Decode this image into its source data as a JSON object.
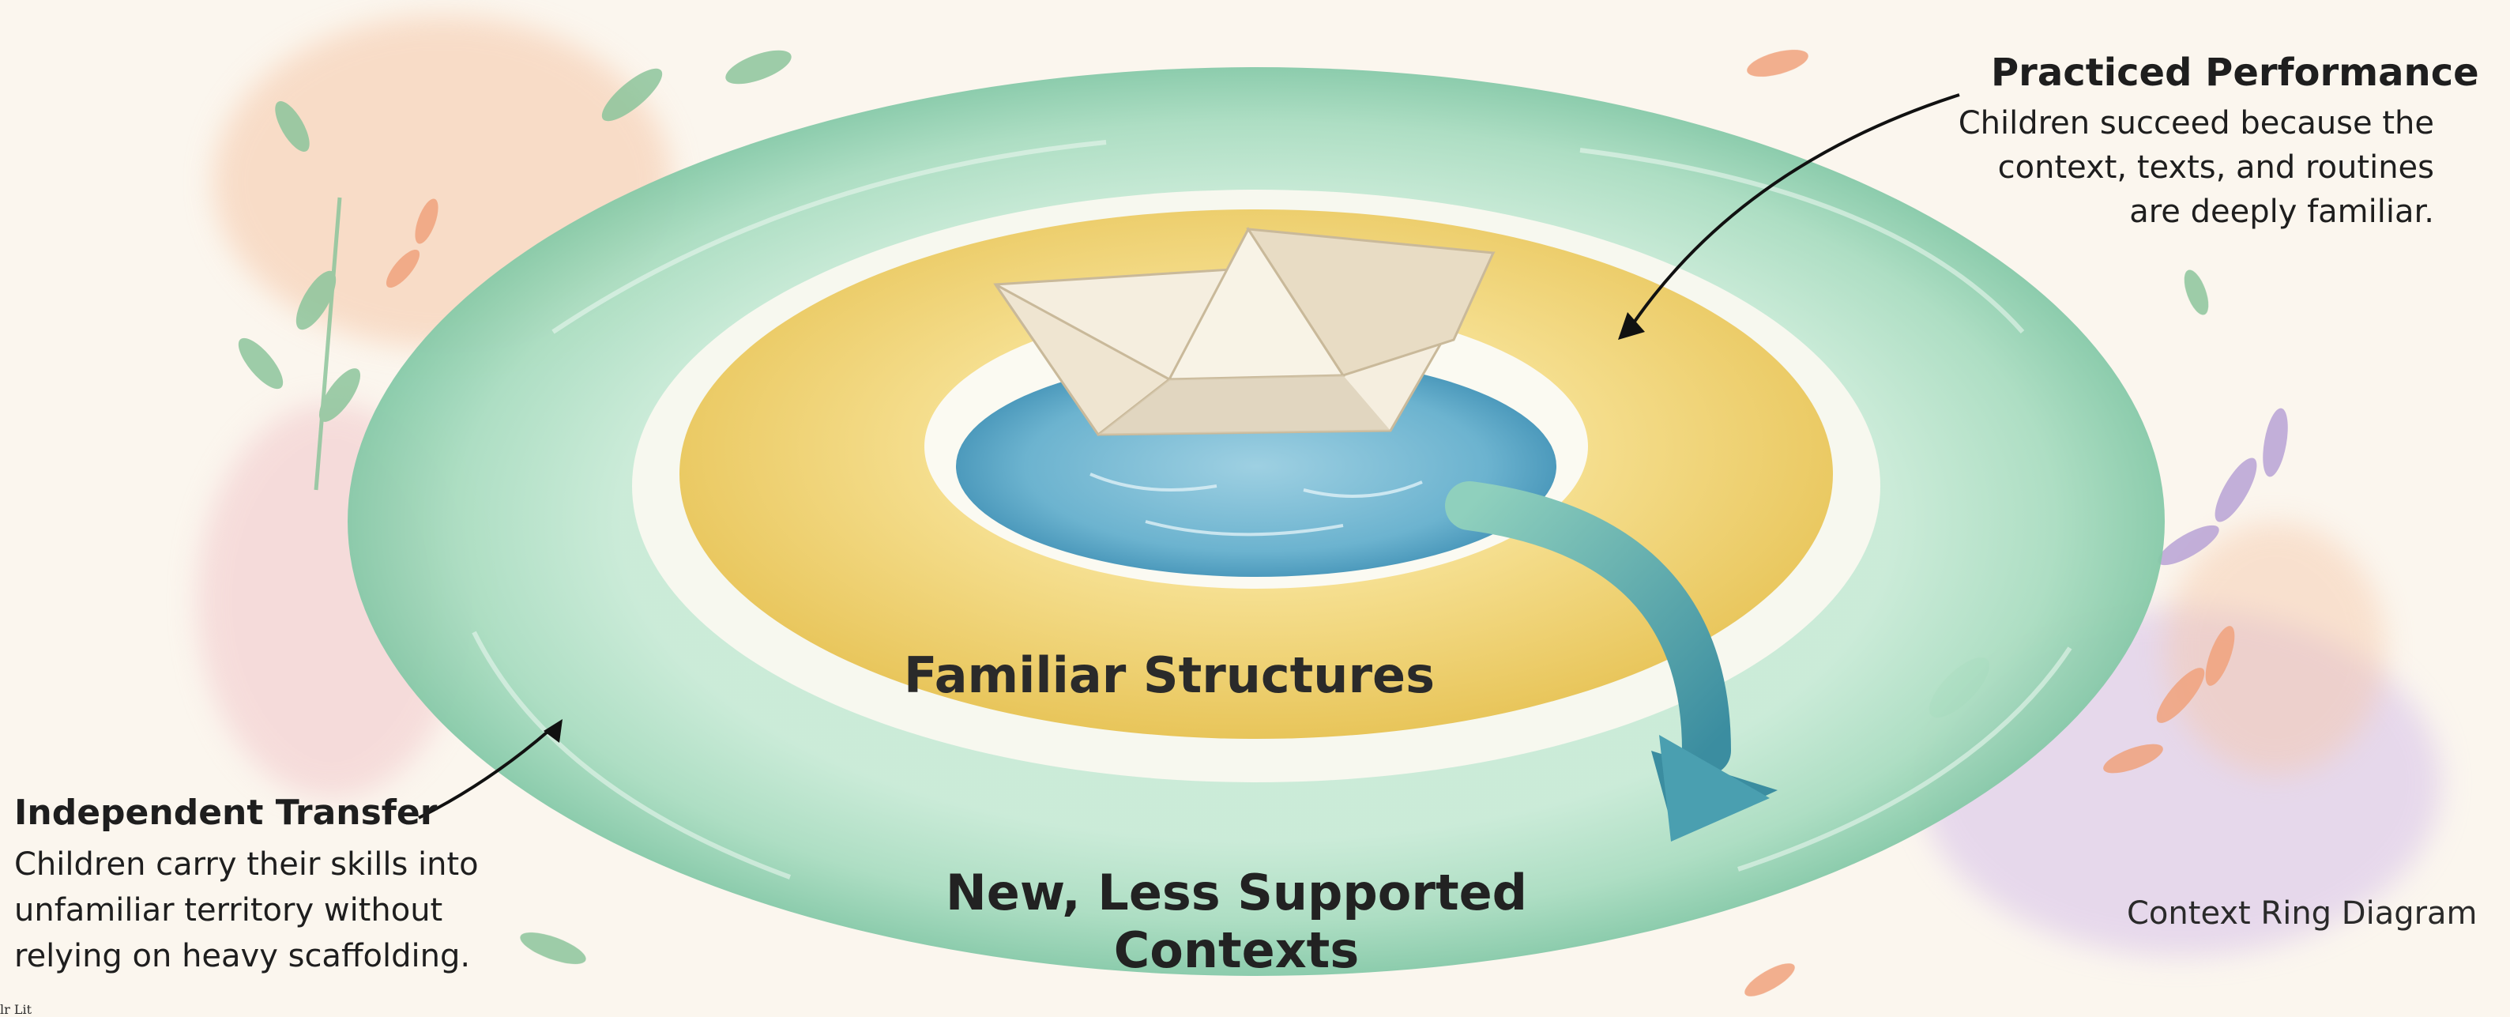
{
  "labels": {
    "practiced_performance": {
      "title": "Practiced Performance",
      "description": [
        "Children succeed because the",
        "context, texts, and routines",
        "are deeply familiar."
      ]
    },
    "independent_transfer": {
      "title": "Independent Transfer",
      "description": [
        "Children carry their skills into",
        "unfamiliar territory without",
        "relying on heavy scaffolding."
      ]
    },
    "inner_ring": "Familiar Structures",
    "outer_ring": "New, Less Supported Contexts",
    "caption": "Context Ring Diagram",
    "corner_text": "lr Lit"
  },
  "colors": {
    "outer_ring": "#a9dcc0",
    "outer_ring_dark": "#86c9a8",
    "inner_ring": "#f4d977",
    "inner_ring_dark": "#e8c55a",
    "water": "#6cb3cf",
    "water_dark": "#3f8fb4",
    "boat": "#f5eedf",
    "boat_shadow": "#d9ccb2",
    "arrow": "#6cb9b2",
    "arrow_dark": "#3b8da0",
    "leaf_green": "#8cc59b",
    "leaf_purple": "#b9a3d6",
    "leaf_orange": "#f0a27c",
    "splash_peach": "#f6c7a8",
    "splash_pink": "#f1c2c7",
    "splash_lilac": "#d9c5ea"
  },
  "icons": [
    "paper-boat-icon",
    "curved-arrow-icon",
    "leaf-icon"
  ]
}
